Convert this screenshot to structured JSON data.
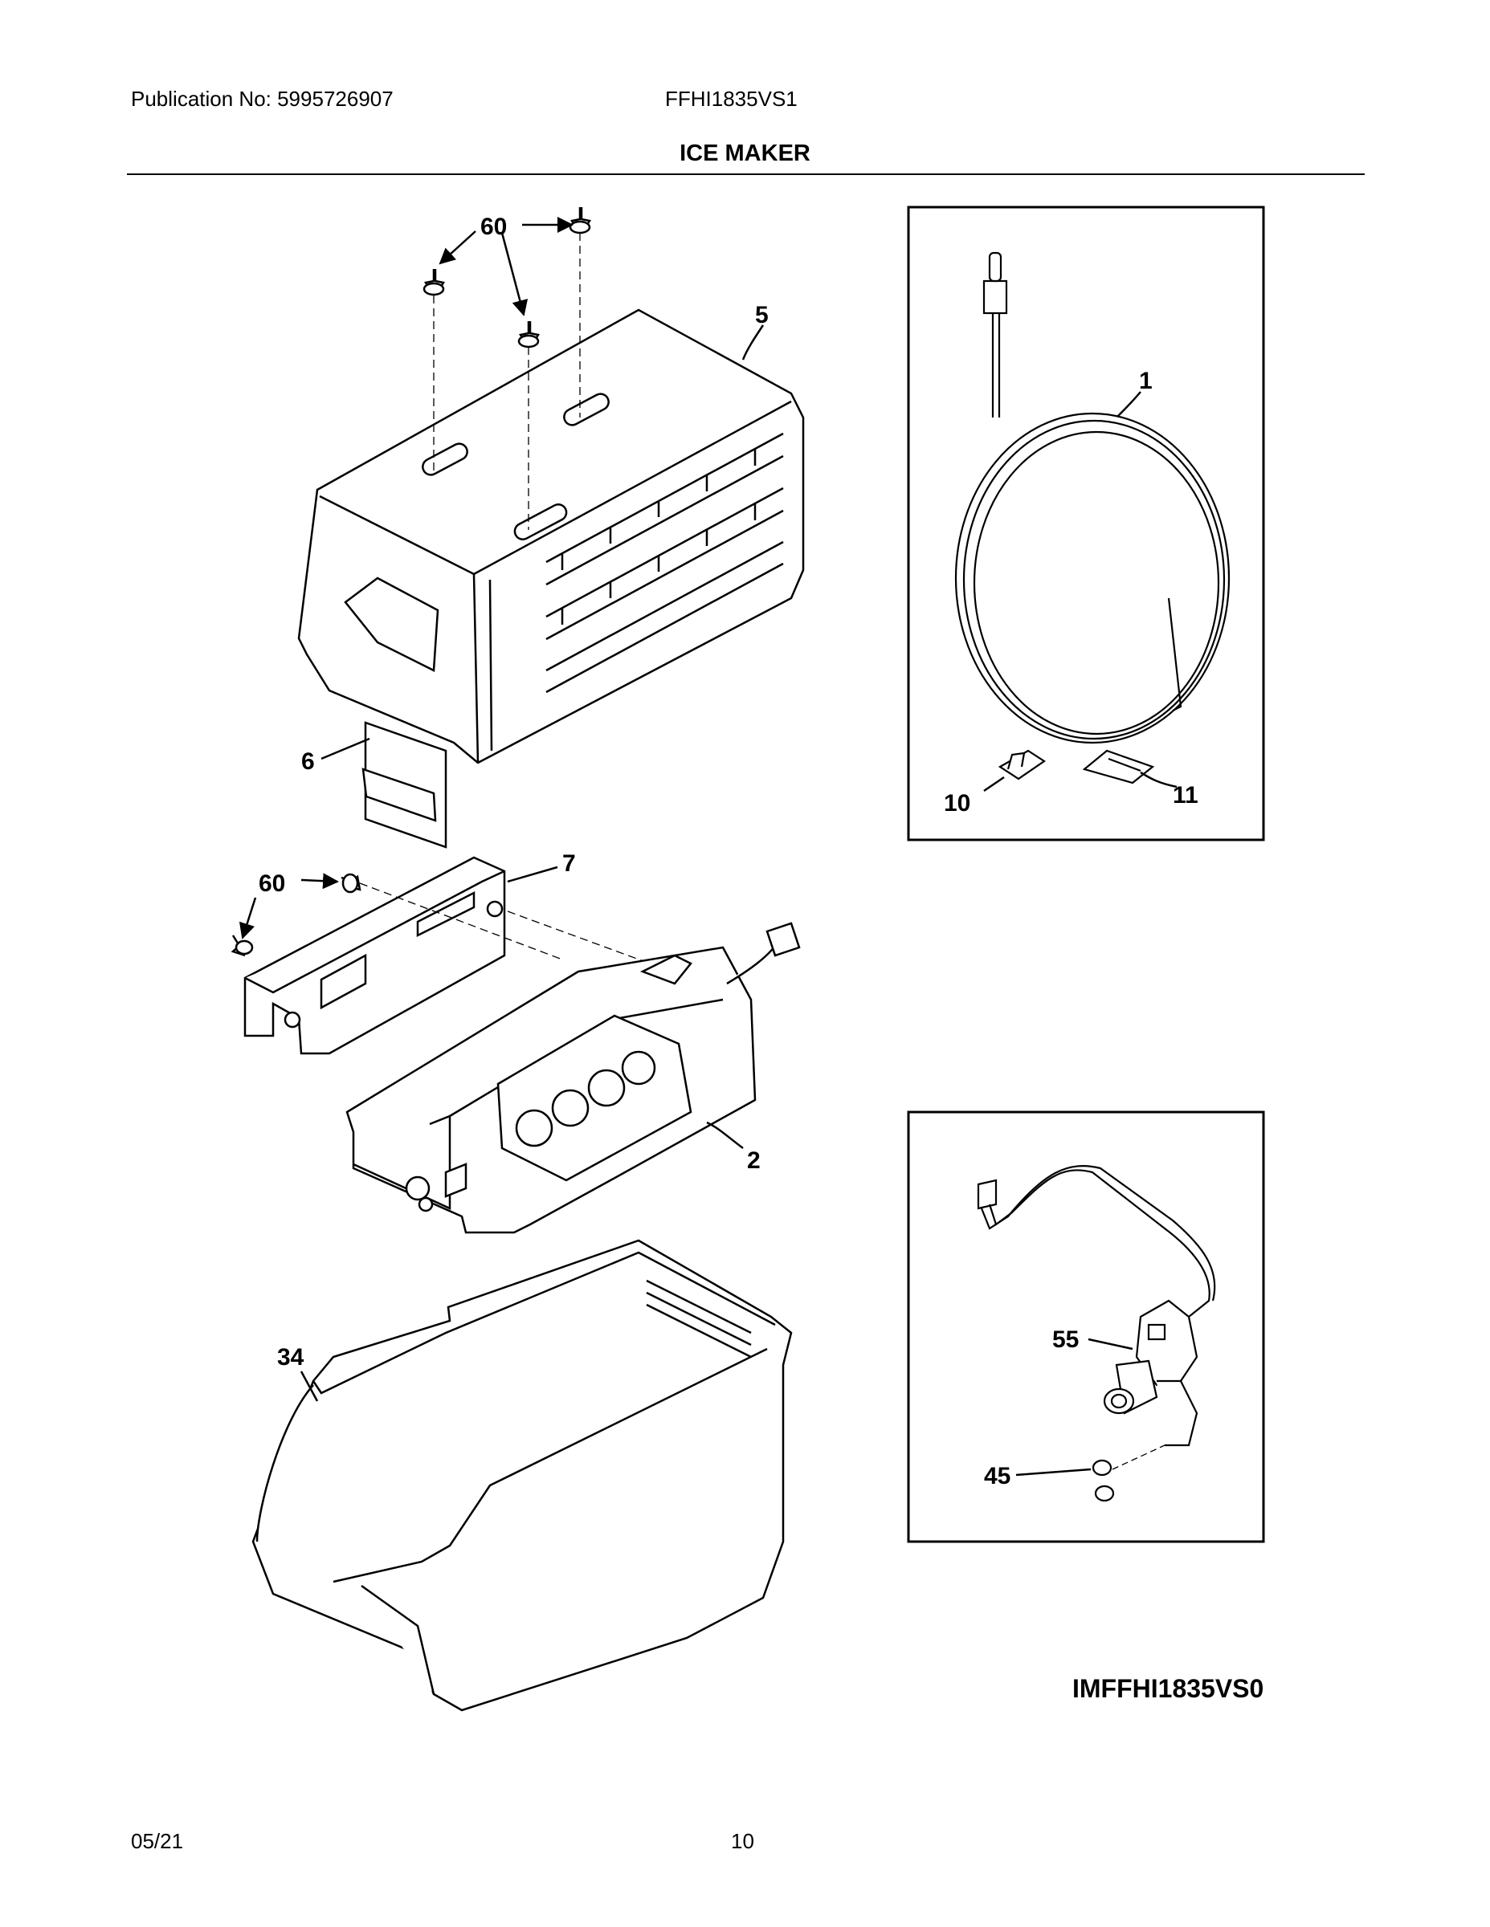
{
  "header": {
    "publication": "Publication No: 5995726907",
    "model": "FFHI1835VS1",
    "title": "ICE MAKER"
  },
  "callouts": {
    "screw_top": "60",
    "cover": "5",
    "tube": "1",
    "clip_10": "10",
    "clip_11": "11",
    "door": "6",
    "screw_side": "60",
    "front_bracket": "7",
    "icemaker": "2",
    "bin": "34",
    "valve": "55",
    "valve_screw": "45"
  },
  "diagram_code": "IMFFHI1835VS0",
  "footer": {
    "date": "05/21",
    "page": "10"
  }
}
